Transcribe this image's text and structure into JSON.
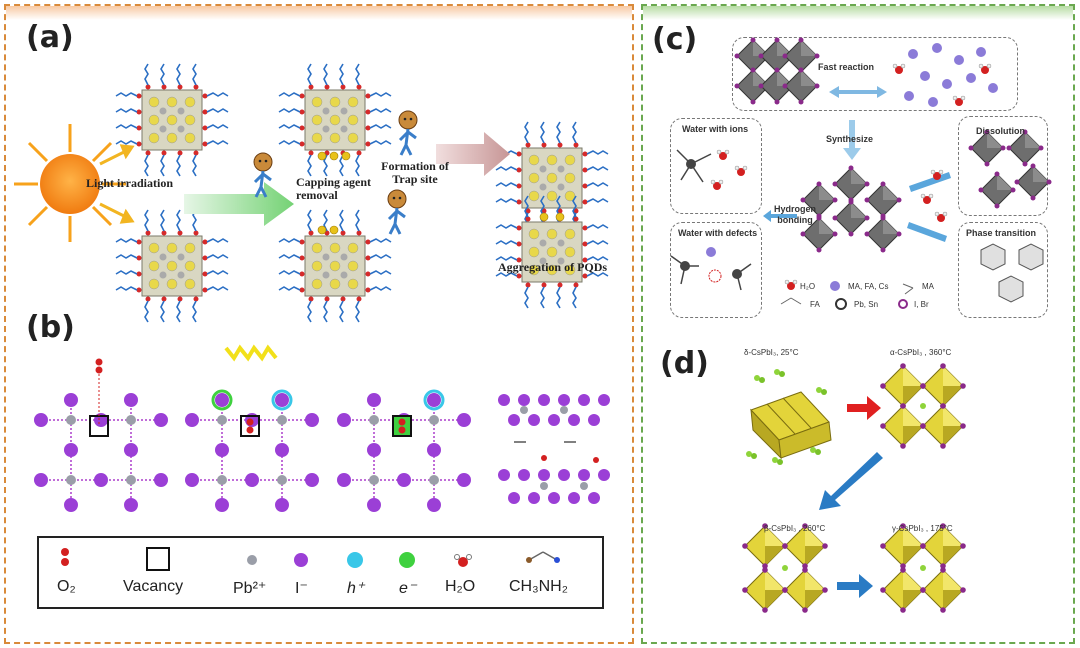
{
  "panels": {
    "a": "(a)",
    "b": "(b)",
    "c": "(c)",
    "d": "(d)"
  },
  "panel_a": {
    "light_irradiation": "Light irradiation",
    "capping_agent_removal": "Capping agent removal",
    "formation_trap_site": "Formation of Trap site",
    "aggregation": "Aggregation of PQDs"
  },
  "panel_b_legend": {
    "o2": "O₂",
    "vacancy": "Vacancy",
    "pb": "Pb²⁺",
    "iodide": "I⁻",
    "hole": "h⁺",
    "electron": "e⁻",
    "water": "H₂O",
    "methylamine": "CH₃NH₂"
  },
  "panel_c": {
    "fast_reaction": "Fast reaction",
    "synthesize": "Synthesize",
    "water_with_ions": "Water with ions",
    "water_with_defects": "Water with defects",
    "hydrogen_bonding": "Hydrogen bonding",
    "dissolution": "Dissolution",
    "phase_transition": "Phase transition",
    "legend": {
      "h2o": "H₂O",
      "cations": "MA, FA, Cs",
      "ma": "MA",
      "fa": "FA",
      "metals": "Pb, Sn",
      "halides": "I, Br"
    }
  },
  "panel_d": {
    "delta": "δ-CsPbI₃, 25°C",
    "alpha": "α-CsPbI₃ , 360°C",
    "beta": "β-CsPbI₃ , 260°C",
    "gamma": "γ-CsPbI₃ , 175°C"
  },
  "colors": {
    "left_border": "#d98a3a",
    "right_border": "#6aa84f",
    "iodide": "#9b3fd6",
    "lead": "#9a9ea8",
    "hole": "#39c7e8",
    "electron": "#3fd13f",
    "oxygen": "#d32020",
    "octahedron": "#e3d43a"
  }
}
